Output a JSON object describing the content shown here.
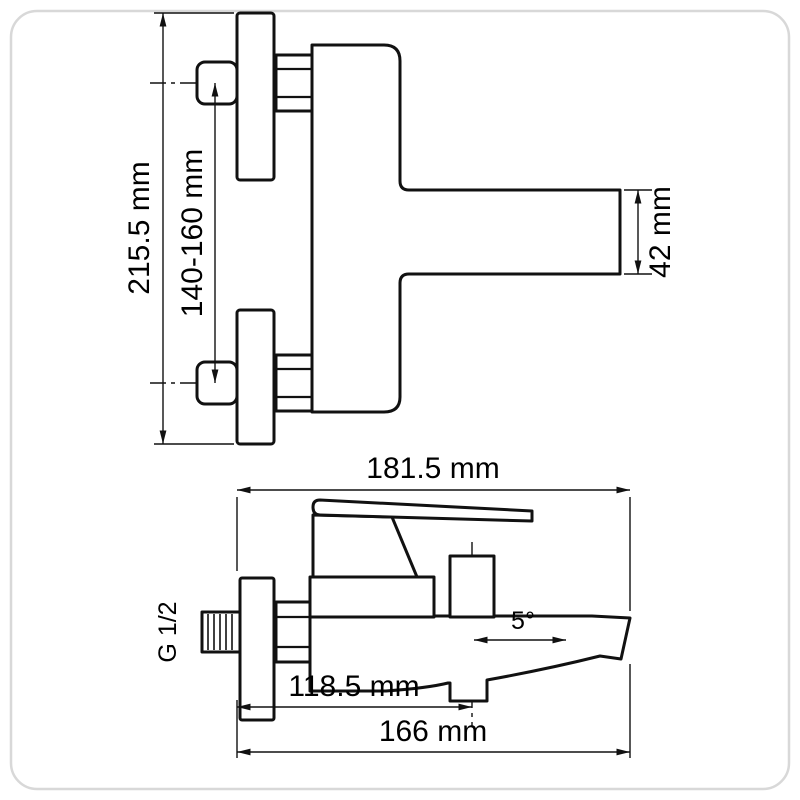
{
  "drawing": {
    "kind": "faucet-technical-drawing",
    "line_color": "#111111",
    "frame_color": "#d8d8d8",
    "front_view": {
      "dim_overall_height": "215.5 mm",
      "dim_mounting_centers": "140-160 mm",
      "dim_spout_height": "42 mm"
    },
    "side_view": {
      "dim_overall_depth": "181.5 mm",
      "dim_thread": "G 1/2",
      "dim_spout_angle": "5°",
      "dim_outlet_reach": "118.5 mm",
      "dim_total_reach": "166 mm"
    }
  }
}
